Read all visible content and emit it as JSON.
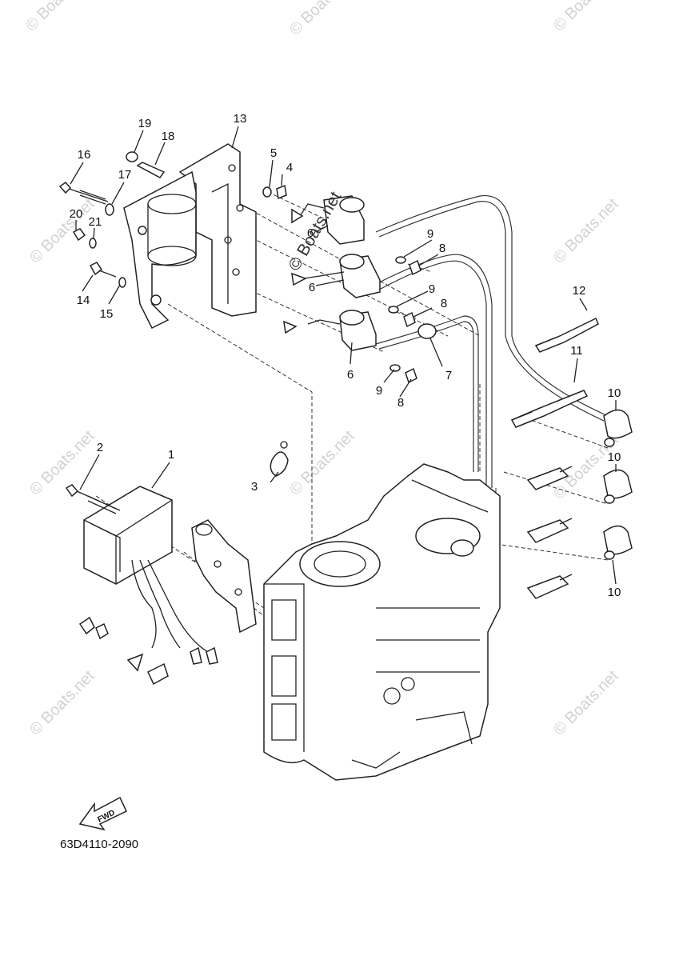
{
  "watermark": "© Boats.net",
  "diagram_code": "63D4110-2090",
  "fwd_label": "FWD",
  "callouts": [
    "1",
    "2",
    "3",
    "4",
    "5",
    "6",
    "6",
    "6",
    "7",
    "8",
    "8",
    "8",
    "9",
    "9",
    "9",
    "10",
    "10",
    "10",
    "11",
    "12",
    "13",
    "14",
    "15",
    "16",
    "17",
    "18",
    "19",
    "20",
    "21"
  ]
}
